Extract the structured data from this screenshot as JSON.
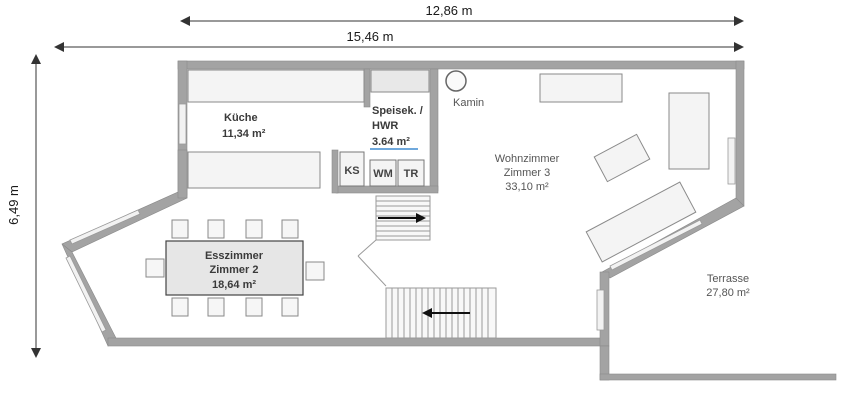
{
  "dimensions": {
    "width_top": "12,86 m",
    "width_total": "15,46 m",
    "height": "6,49 m"
  },
  "rooms": {
    "kueche": {
      "name": "Küche",
      "area": "11,34 m²"
    },
    "speisekammer": {
      "name_line1": "Speisek. /",
      "name_line2": "HWR",
      "area": "3.64 m²"
    },
    "wohnzimmer": {
      "name_line1": "Wohnzimmer",
      "name_line2": "Zimmer 3",
      "area": "33,10 m²"
    },
    "esszimmer": {
      "name_line1": "Esszimmer",
      "name_line2": "Zimmer 2",
      "area": "18,64 m²"
    },
    "terrasse": {
      "name": "Terrasse",
      "area": "27,80 m²"
    }
  },
  "labels": {
    "kamin": "Kamin",
    "ks": "KS",
    "wm": "WM",
    "tr": "TR"
  },
  "colors": {
    "wall": "#a3a3a3",
    "wall_dark": "#8d8d8d",
    "furniture_fill": "#f2f2f2",
    "furniture_stroke": "#8a8a8a",
    "table_fill": "#e6e6e6",
    "area_underline": "#6fa8dc",
    "arrow": "#111111"
  }
}
